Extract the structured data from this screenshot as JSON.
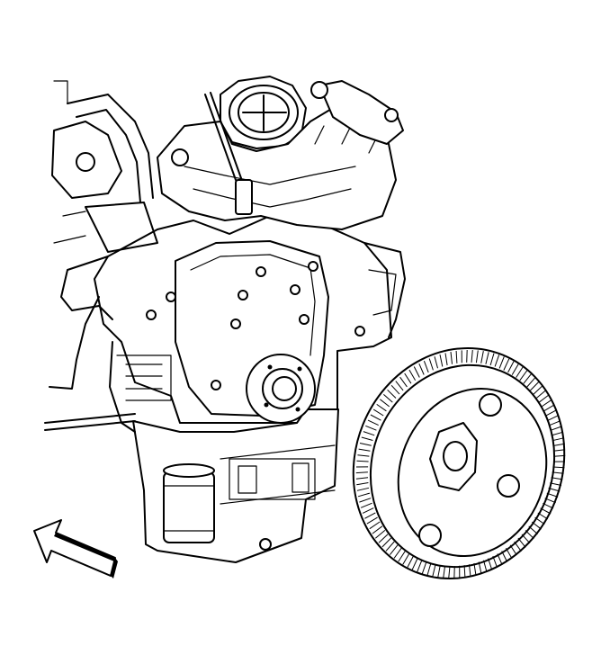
{
  "figure": {
    "subject": "engine-front-view-with-flywheel",
    "components": [
      {
        "id": "engine-block",
        "icon": "engine-icon"
      },
      {
        "id": "flywheel",
        "icon": "flywheel-icon"
      },
      {
        "id": "direction-arrow",
        "icon": "arrow-icon"
      }
    ],
    "colors": {
      "line": "#000000",
      "background": "#ffffff"
    }
  }
}
